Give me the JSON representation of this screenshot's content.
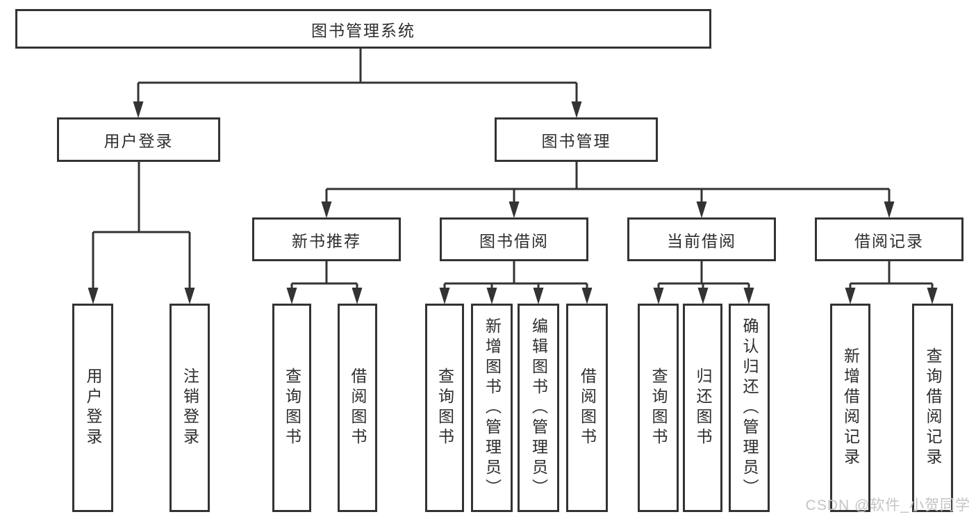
{
  "colors": {
    "background": "#ffffff",
    "line": "#333333",
    "node_border": "#333333",
    "node_text": "#2d2d2d",
    "watermark": "#c4c4c8"
  },
  "tree": {
    "label": "图书管理系统",
    "children": [
      {
        "label": "用户登录",
        "children": [
          {
            "label": "用户登录"
          },
          {
            "label": "注销登录"
          }
        ]
      },
      {
        "label": "图书管理",
        "children": [
          {
            "label": "新书推荐",
            "children": [
              {
                "label": "查询图书"
              },
              {
                "label": "借阅图书"
              }
            ]
          },
          {
            "label": "图书借阅",
            "children": [
              {
                "label": "查询图书"
              },
              {
                "label": "新增图书（管理员）"
              },
              {
                "label": "编辑图书（管理员）"
              },
              {
                "label": "借阅图书"
              }
            ]
          },
          {
            "label": "当前借阅",
            "children": [
              {
                "label": "查询图书"
              },
              {
                "label": "归还图书"
              },
              {
                "label": "确认归还（管理员）"
              }
            ]
          },
          {
            "label": "借阅记录",
            "children": [
              {
                "label": "新增借阅记录"
              },
              {
                "label": "查询借阅记录"
              }
            ]
          }
        ]
      }
    ]
  },
  "watermark": {
    "text": "CSDN @软件_小贺同学"
  }
}
